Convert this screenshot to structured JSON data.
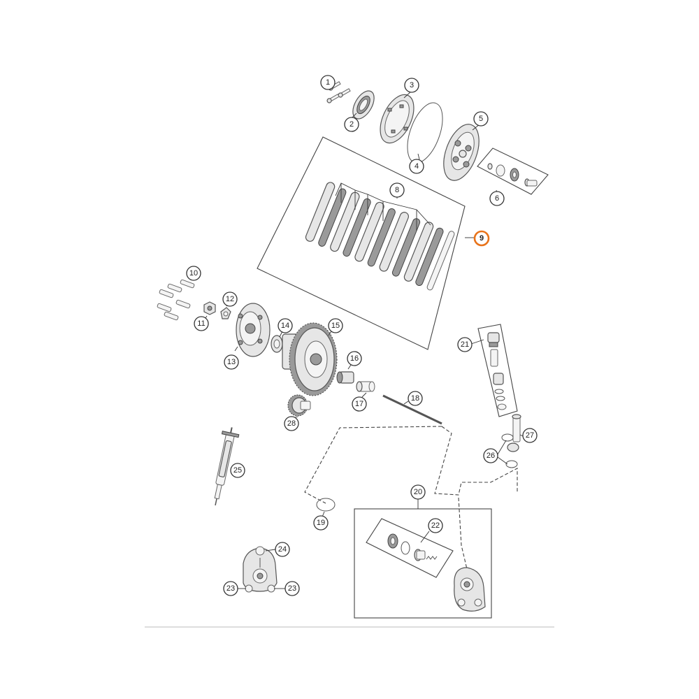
{
  "highlight_color": "#e8731a",
  "callouts": {
    "c1": "1",
    "c2": "2",
    "c3": "3",
    "c4": "4",
    "c5": "5",
    "c6": "6",
    "c8": "8",
    "c9": "9",
    "c10": "10",
    "c11": "11",
    "c12": "12",
    "c13": "13",
    "c14": "14",
    "c15": "15",
    "c16": "16",
    "c17": "17",
    "c18": "18",
    "c19": "19",
    "c20": "20",
    "c21": "21",
    "c22": "22",
    "c23a": "23",
    "c23b": "23",
    "c24": "24",
    "c25": "25",
    "c26": "26",
    "c27": "27",
    "c28": "28"
  }
}
